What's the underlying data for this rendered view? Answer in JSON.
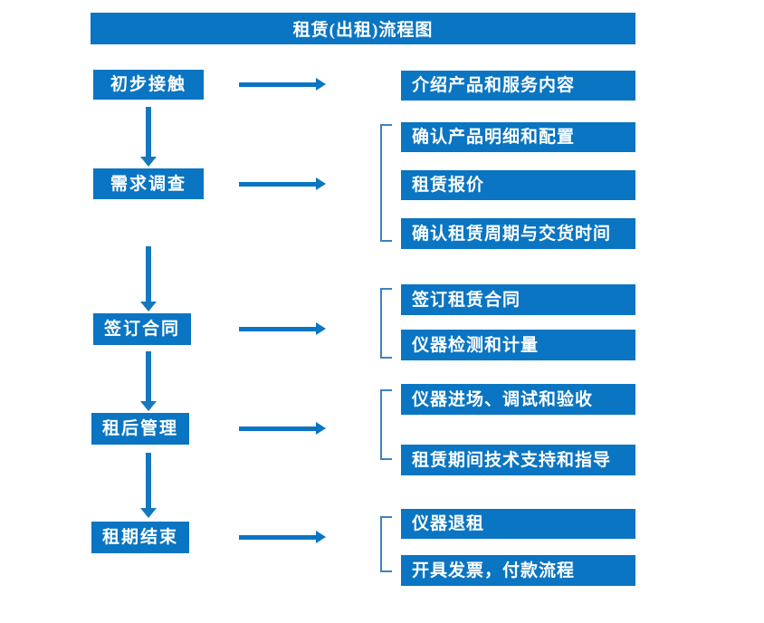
{
  "title": "租赁(出租)流程图",
  "colors": {
    "brand_blue": "#0A75C2",
    "arrow_blue": "#1378BE",
    "bracket_blue": "#3C82C4",
    "text_white": "#FFFFFF",
    "background": "#FFFFFF"
  },
  "stages": [
    {
      "label": "初步接触"
    },
    {
      "label": "需求调查"
    },
    {
      "label": "签订合同"
    },
    {
      "label": "租后管理"
    },
    {
      "label": "租期结束"
    }
  ],
  "details": [
    {
      "label": "介绍产品和服务内容"
    },
    {
      "label": "确认产品明细和配置"
    },
    {
      "label": "租赁报价"
    },
    {
      "label": "确认租赁周期与交货时间"
    },
    {
      "label": "签订租赁合同"
    },
    {
      "label": "仪器检测和计量"
    },
    {
      "label": "仪器进场、调试和验收"
    },
    {
      "label": "租赁期间技术支持和指导"
    },
    {
      "label": "仪器退租"
    },
    {
      "label": "开具发票，付款流程"
    }
  ],
  "groups": [
    {
      "stage": "需求调查",
      "details": [
        "确认产品明细和配置",
        "租赁报价",
        "确认租赁周期与交货时间"
      ]
    },
    {
      "stage": "签订合同",
      "details": [
        "签订租赁合同",
        "仪器检测和计量"
      ]
    },
    {
      "stage": "租后管理",
      "details": [
        "仪器进场、调试和验收",
        "租赁期间技术支持和指导"
      ]
    },
    {
      "stage": "租期结束",
      "details": [
        "仪器退租",
        "开具发票，付款流程"
      ]
    }
  ],
  "flow_sequence": [
    "初步接触",
    "需求调查",
    "签订合同",
    "租后管理",
    "租期结束"
  ]
}
